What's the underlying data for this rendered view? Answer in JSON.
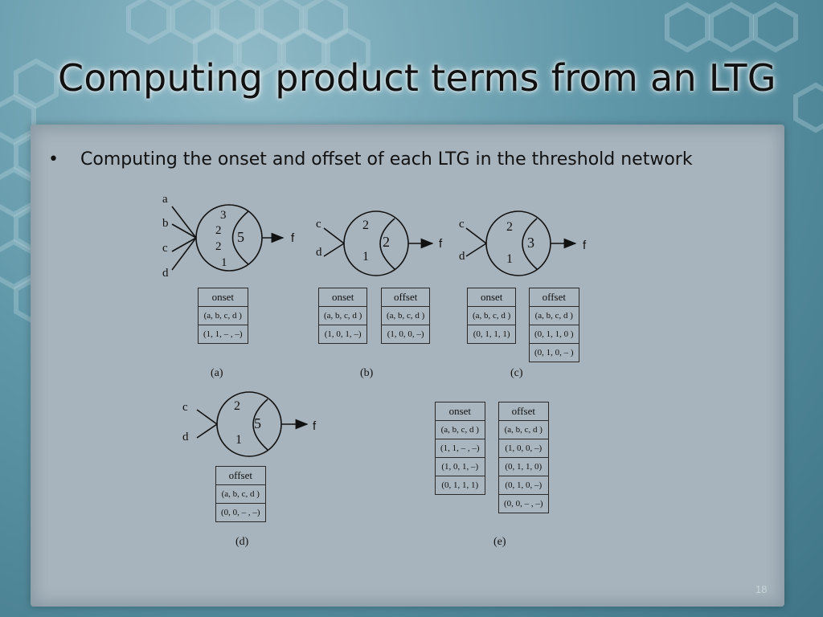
{
  "slide": {
    "title": "Computing product terms from an LTG",
    "bullet": "Computing the onset and offset of each LTG in the threshold network",
    "slide_number": "18"
  },
  "diagrams": {
    "a": {
      "inputs": [
        "a",
        "b",
        "c",
        "d"
      ],
      "weights": [
        "3",
        "2",
        "2",
        "1"
      ],
      "threshold": "5",
      "output": "f",
      "caption": "(a)",
      "onset": {
        "header": "onset",
        "rows": [
          "(a, b, c, d )",
          "(1, 1, – , –)"
        ]
      }
    },
    "b": {
      "inputs": [
        "c",
        "d"
      ],
      "weights": [
        "2",
        "1"
      ],
      "threshold": "2",
      "output": "f",
      "caption": "(b)",
      "onset": {
        "header": "onset",
        "rows": [
          "(a, b, c, d )",
          "(1, 0, 1, –)"
        ]
      },
      "offset": {
        "header": "offset",
        "rows": [
          "(a, b, c, d )",
          "(1, 0, 0, –)"
        ]
      }
    },
    "c": {
      "inputs": [
        "c",
        "d"
      ],
      "weights": [
        "2",
        "1"
      ],
      "threshold": "3",
      "output": "f",
      "caption": "(c)",
      "onset": {
        "header": "onset",
        "rows": [
          "(a, b, c, d )",
          "(0, 1, 1, 1)"
        ]
      },
      "offset": {
        "header": "offset",
        "rows": [
          "(a, b, c, d )",
          "(0, 1, 1, 0 )",
          "(0, 1, 0, – )"
        ]
      }
    },
    "d": {
      "inputs": [
        "c",
        "d"
      ],
      "weights": [
        "2",
        "1"
      ],
      "threshold": "5",
      "output": "f",
      "caption": "(d)",
      "offset": {
        "header": "offset",
        "rows": [
          "(a, b, c, d )",
          "(0, 0, – , –)"
        ]
      }
    },
    "e": {
      "caption": "(e)",
      "onset": {
        "header": "onset",
        "rows": [
          "(a, b, c, d )",
          "(1, 1, – , –)",
          "(1, 0,  1, –)",
          "(0, 1,  1,  1)"
        ]
      },
      "offset": {
        "header": "offset",
        "rows": [
          "(a, b, c, d )",
          "(1, 0,  0, –)",
          "(0, 1,  1,  0)",
          "(0, 1,  0, –)",
          "(0, 0, – , –)"
        ]
      }
    }
  }
}
